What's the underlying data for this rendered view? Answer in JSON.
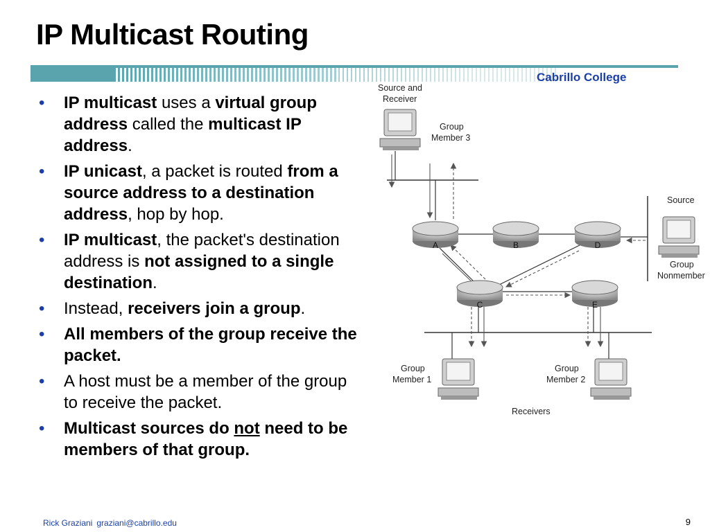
{
  "slide": {
    "title": "IP Multicast Routing",
    "brand": "Cabrillo College",
    "footer": {
      "author": "Rick Graziani",
      "email": "graziani@cabrillo.edu",
      "page_number": "9"
    }
  },
  "bullets": [
    {
      "parts": [
        {
          "text": "IP multicast",
          "bold": true
        },
        {
          "text": " uses a ",
          "bold": false
        },
        {
          "text": "virtual group address",
          "bold": true
        },
        {
          "text": " called the ",
          "bold": false
        },
        {
          "text": "multicast IP address",
          "bold": true
        },
        {
          "text": ".",
          "bold": false
        }
      ]
    },
    {
      "parts": [
        {
          "text": "IP unicast",
          "bold": true
        },
        {
          "text": ", a packet is routed ",
          "bold": false
        },
        {
          "text": "from a source address to a destination address",
          "bold": true
        },
        {
          "text": ", hop by hop.",
          "bold": false
        }
      ]
    },
    {
      "parts": [
        {
          "text": "IP multicast",
          "bold": true
        },
        {
          "text": ", the packet's destination address is ",
          "bold": false
        },
        {
          "text": "not assigned to a single destination",
          "bold": true
        },
        {
          "text": ".",
          "bold": false
        }
      ]
    },
    {
      "parts": [
        {
          "text": "Instead, ",
          "bold": false
        },
        {
          "text": "receivers join a group",
          "bold": true
        },
        {
          "text": ".",
          "bold": false
        }
      ]
    },
    {
      "parts": [
        {
          "text": "All members of the group receive the packet.",
          "bold": true
        }
      ]
    },
    {
      "parts": [
        {
          "text": "A host must be a member of the group to receive the packet.",
          "bold": false
        }
      ]
    },
    {
      "parts": [
        {
          "text": "Multicast sources do ",
          "bold": true
        },
        {
          "text": "not",
          "bold": true,
          "underline": true
        },
        {
          "text": " need to be members of that group.",
          "bold": true
        }
      ]
    }
  ],
  "diagram": {
    "labels": {
      "source_receiver": [
        "Source and",
        "Receiver"
      ],
      "member3": [
        "Group",
        "Member 3"
      ],
      "source": [
        "Source"
      ],
      "nonmember": [
        "Group",
        "Nonmember"
      ],
      "member1": [
        "Group",
        "Member 1"
      ],
      "member2": [
        "Group",
        "Member 2"
      ],
      "receivers": [
        "Receivers"
      ]
    },
    "routers": [
      "A",
      "B",
      "C",
      "D",
      "E"
    ]
  },
  "colors": {
    "accent": "#1b3fa6",
    "banner": "#5aa5ad"
  }
}
